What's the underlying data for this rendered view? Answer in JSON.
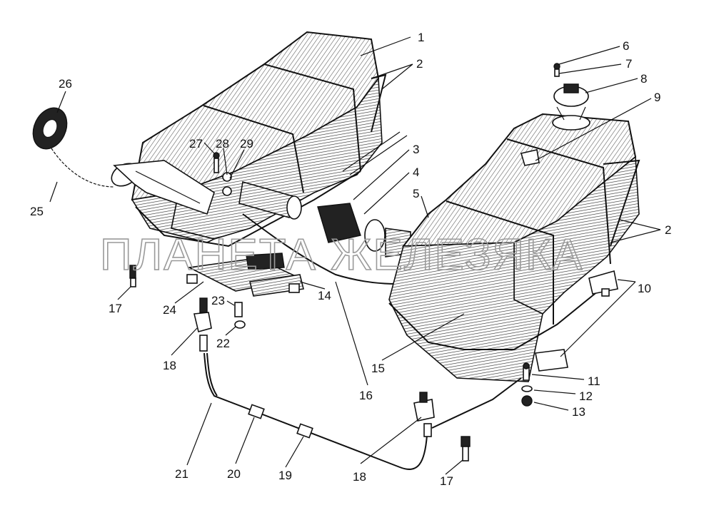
{
  "watermark": "ПЛАНЕТА ЖЕЛЕЗЯКА",
  "callouts": {
    "c1": "1",
    "c2a": "2",
    "c2b": "2",
    "c3": "3",
    "c4": "4",
    "c5": "5",
    "c6": "6",
    "c7": "7",
    "c8": "8",
    "c9": "9",
    "c10": "10",
    "c11": "11",
    "c12": "12",
    "c13": "13",
    "c14": "14",
    "c15": "15",
    "c16": "16",
    "c17a": "17",
    "c17b": "17",
    "c18a": "18",
    "c18b": "18",
    "c19": "19",
    "c20": "20",
    "c21": "21",
    "c22": "22",
    "c23": "23",
    "c24": "24",
    "c25": "25",
    "c26": "26",
    "c27": "27",
    "c28": "28",
    "c29": "29"
  }
}
